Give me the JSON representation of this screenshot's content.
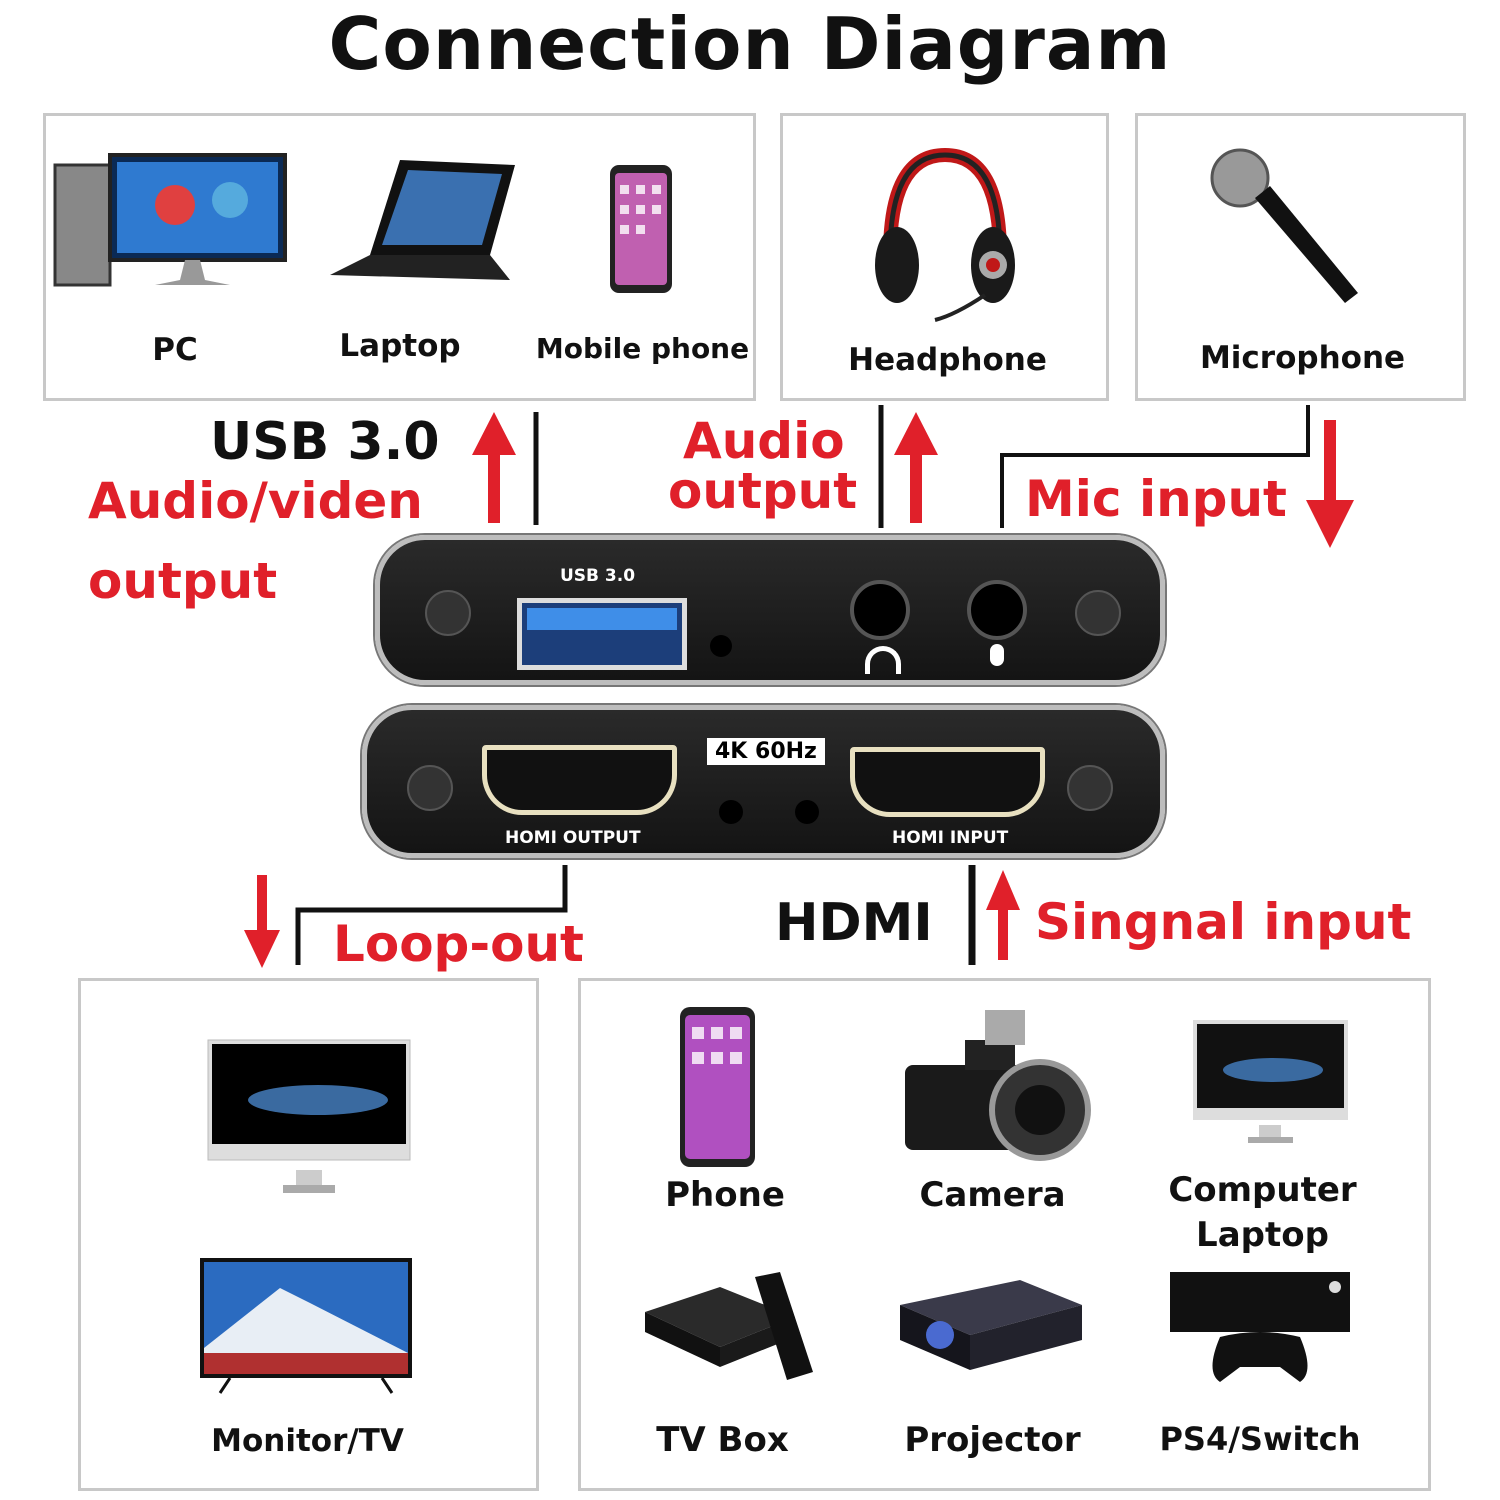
{
  "title": "Connection Diagram",
  "top_devices": {
    "pc": "PC",
    "laptop": "Laptop",
    "mobile": "Mobile phone",
    "headphone": "Headphone",
    "microphone": "Microphone"
  },
  "connections": {
    "usb": "USB 3.0",
    "usb_out_1": "Audio/viden",
    "usb_out_2": "output",
    "audio_1": "Audio",
    "audio_2": "output",
    "mic": "Mic input",
    "loop": "Loop-out",
    "hdmi": "HDMI",
    "signal": "Singnal input"
  },
  "device": {
    "usb_port": "USB 3.0",
    "badge": "4K 60Hz",
    "hdmi_out": "HOMI OUTPUT",
    "hdmi_in": "HOMI INPUT"
  },
  "bottom_devices": {
    "monitor": "Monitor/TV",
    "phone": "Phone",
    "camera": "Camera",
    "computer_1": "Computer",
    "computer_2": "Laptop",
    "tvbox": "TV Box",
    "projector": "Projector",
    "console": "PS4/Switch"
  },
  "colors": {
    "accent": "#e0202a"
  }
}
